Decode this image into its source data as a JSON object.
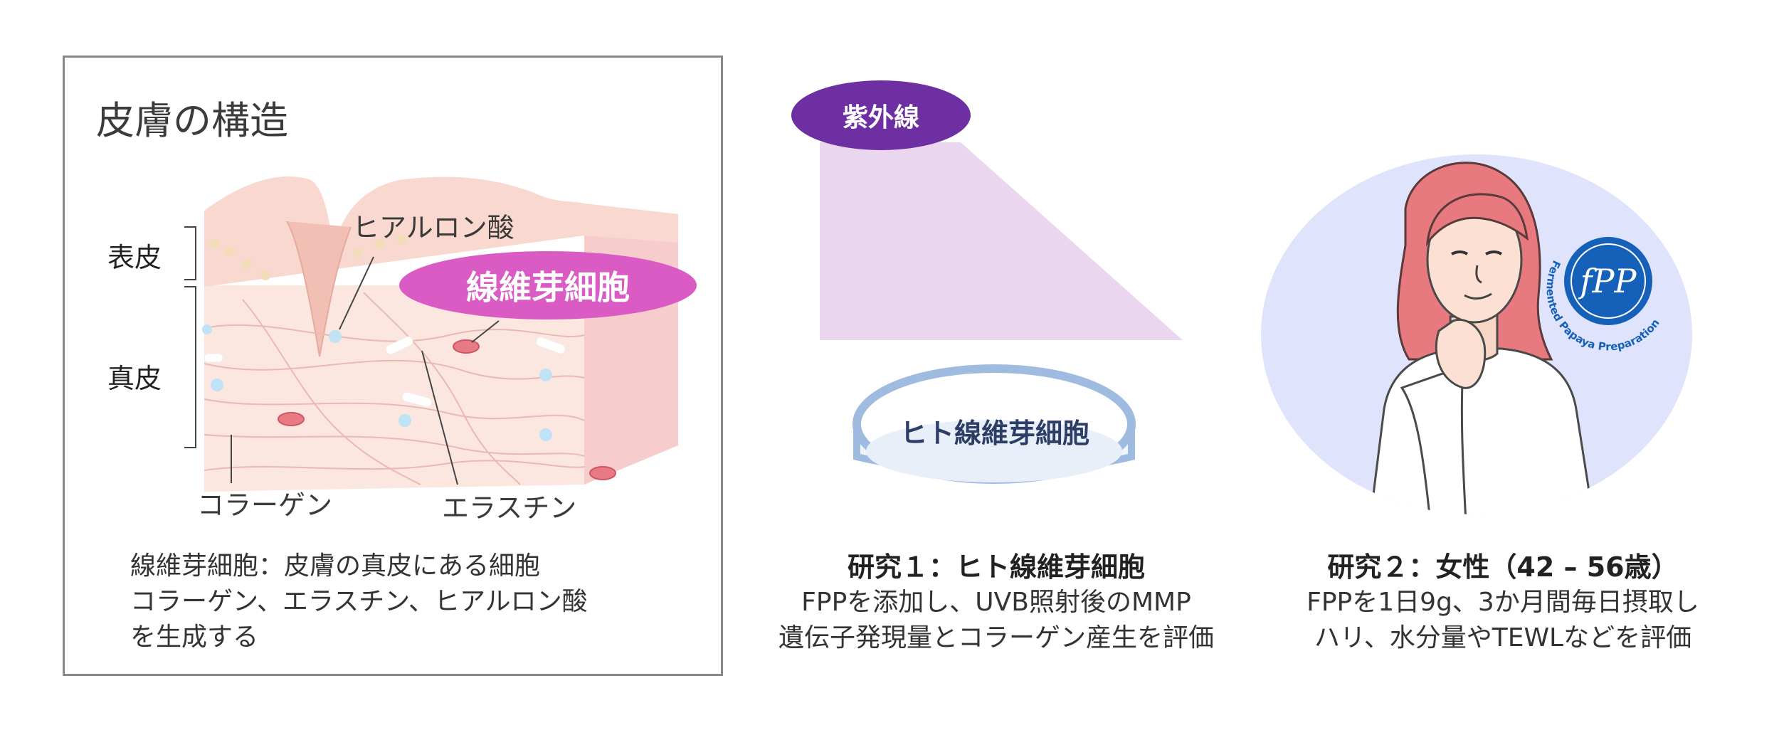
{
  "skin_panel": {
    "title": "皮膚の構造",
    "layers": {
      "epidermis": "表皮",
      "dermis": "真皮"
    },
    "callouts": {
      "hyaluronic_acid": "ヒアルロン酸",
      "fibroblast": "線維芽細胞",
      "collagen": "コラーゲン",
      "elastin": "エラスチン"
    },
    "description": [
      "線維芽細胞：皮膚の真皮にある細胞",
      "コラーゲン、エラスチン、ヒアルロン酸",
      "を生成する"
    ]
  },
  "study1": {
    "uv_label": "紫外線",
    "dish_label": "ヒト線維芽細胞",
    "title": "研究１：ヒト線維芽細胞",
    "lines": [
      "FPPを添加し、UVB照射後のMMP",
      "遺伝子発現量とコラーゲン産生を評価"
    ]
  },
  "study2": {
    "logo_letters": "fPP",
    "logo_ring_text": "Fermented Papaya Preparation",
    "title": "研究２：女性（42 – 56歳）",
    "lines": [
      "FPPを1日9g、3か月間毎日摂取し",
      "ハリ、水分量やTEWLなどを評価"
    ]
  },
  "colors": {
    "fibroblast_pill": "#d95bc3",
    "uv_pill": "#6e2fa3",
    "uv_beam": "#ead6ef",
    "dish_outline": "#9fbbe0",
    "woman_background": "#dfe3fb",
    "logo_blue": "#1560b8",
    "hair": "#e8797f"
  }
}
